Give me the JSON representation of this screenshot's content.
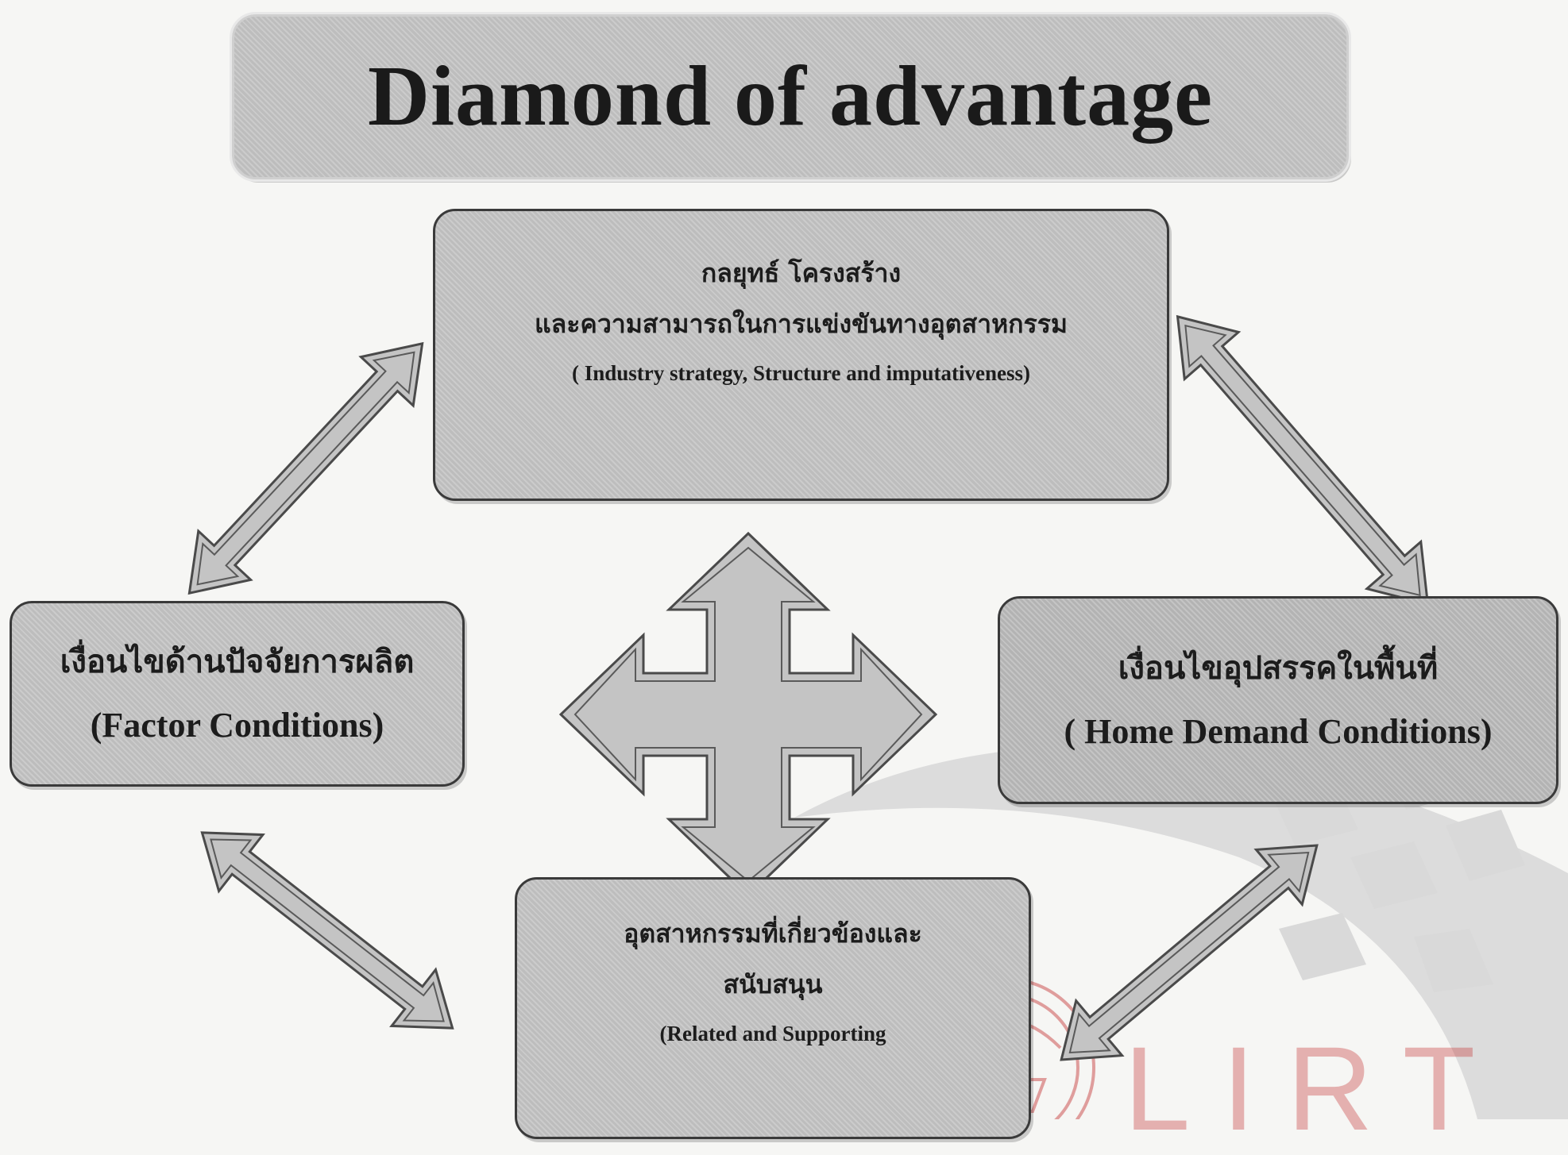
{
  "title": "Diamond of advantage",
  "nodes": {
    "top": {
      "thai_line1": "กลยุทธ์ โครงสร้าง",
      "thai_line2": "และความสามารถในการแข่งขันทางอุตสาหกรรม",
      "english": "( Industry strategy, Structure and imputativeness)"
    },
    "left": {
      "thai": "เงื่อนไขด้านปัจจัยการผลิต",
      "english": "(Factor Conditions)"
    },
    "right": {
      "thai": "เงื่อนไขอุปสรรคในพื้นที่",
      "english": "( Home Demand Conditions)"
    },
    "bottom": {
      "thai_line1": "อุตสาหกรรมที่เกี่ยวข้องและ",
      "thai_line2": "สนับสนุน",
      "english": "(Related and Supporting"
    }
  },
  "watermark": {
    "text": "LIRT",
    "color": "#c43030"
  }
}
